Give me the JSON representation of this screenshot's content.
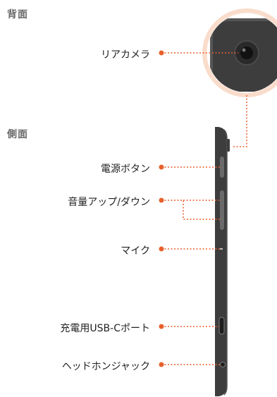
{
  "sections": {
    "back": "背面",
    "side": "側面"
  },
  "callouts": {
    "rear_camera": "リアカメラ",
    "power_button": "電源ボタン",
    "volume_buttons": "音量アップ/ダウン",
    "microphone": "マイク",
    "usb_c_port": "充電用USB-Cポート",
    "headphone_jack": "ヘッドホンジャック"
  },
  "colors": {
    "accent": "#e8602c",
    "device_body": "#3d3d3d",
    "device_edge": "#555555",
    "magnifier_ring": "#f9dccb",
    "heading": "#666666",
    "label": "#222222"
  }
}
